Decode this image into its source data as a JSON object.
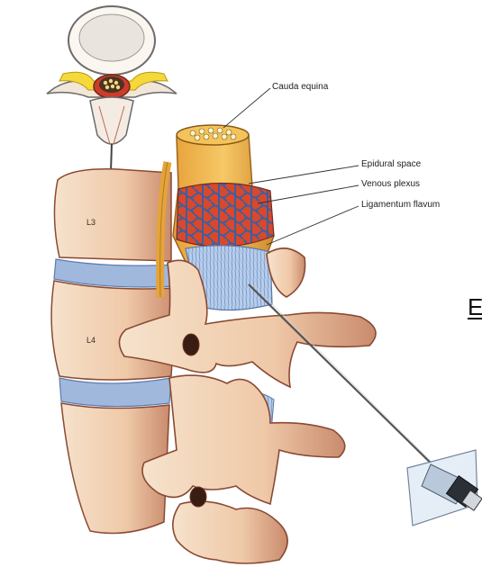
{
  "labels": {
    "cauda_equina": "Cauda equina",
    "epidural_space": "Epidural space",
    "venous_plexus": "Venous plexus",
    "ligamentum_flavum": "Ligamentum flavum",
    "l3": "L3",
    "l4": "L4"
  },
  "cut_off_text": "E",
  "colors": {
    "bone": "#f3d0ac",
    "bone_shade": "#c7896a",
    "bone_outline": "#8a4a33",
    "disc": "#9fb8dc",
    "dura": "#f0b84a",
    "dura_dark": "#c9832a",
    "venous_red": "#d8482c",
    "vein_blue": "#3d5f9e",
    "ligament": "#a9c3e6",
    "needle": "#555555"
  }
}
